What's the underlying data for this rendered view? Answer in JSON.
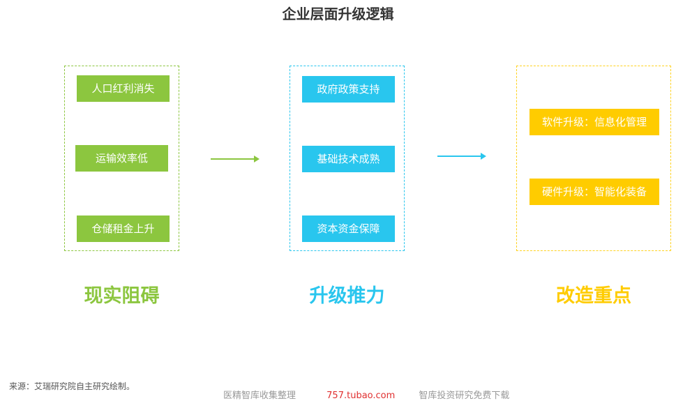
{
  "title": "企业层面升级逻辑",
  "columns": [
    {
      "heading": "现实阻碍",
      "items": [
        "人口红利消失",
        "运输效率低",
        "仓储租金上升"
      ]
    },
    {
      "heading": "升级推力",
      "items": [
        "政府政策支持",
        "基础技术成熟",
        "资本资金保障"
      ]
    },
    {
      "heading": "改造重点",
      "items": [
        "软件升级：信息化管理",
        "硬件升级：智能化装备"
      ]
    }
  ],
  "source": "来源：艾瑞研究院自主研究绘制。",
  "watermark": {
    "left": "医精智库收集整理",
    "middle": "757.tubao.com",
    "right": "智库投资研究免费下载"
  },
  "colors": {
    "obstacle": "#8cc63f",
    "push": "#29c6ee",
    "focus": "#ffcc00",
    "title": "#333333"
  }
}
